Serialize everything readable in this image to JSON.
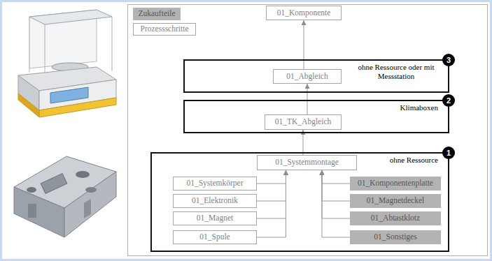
{
  "diagram": {
    "nodes": [
      {
        "text": [
          "01_Komponente"
        ]
      },
      {
        "text": [
          "ohne Ressource oder mit Messstation"
        ]
      },
      {
        "text": [
          "01_Abgleich"
        ],
        "in": 1
      },
      {
        "text": [
          "Klimaboxen"
        ]
      },
      {
        "text": [
          "01_TK_Abgleich"
        ],
        "in": 3
      },
      {
        "text": [
          "ohne Ressource"
        ]
      },
      {
        "text": [
          "01_Systemmontage"
        ],
        "in": 5
      },
      {
        "text": [
          "01_Systemkörper"
        ],
        "in": 5
      },
      {
        "text": [
          "01_Elektronik"
        ],
        "in": 5
      },
      {
        "text": [
          "01_Magnet"
        ],
        "in": 5
      },
      {
        "text": [
          "01_Spule"
        ],
        "in": 5
      },
      {
        "text": [
          "01_Komponentenplatte"
        ],
        "in": 5
      },
      {
        "text": [
          "01_Magnetdeckel"
        ],
        "in": 5
      },
      {
        "text": [
          "01_Abtastklotz"
        ],
        "in": 5
      },
      {
        "text": [
          "01_Sonstiges"
        ],
        "in": 5
      }
    ],
    "edges": [
      {
        "from": 7,
        "to": 6,
        "arrow": "to"
      },
      {
        "from": 8,
        "to": 6,
        "arrow": "to"
      },
      {
        "from": 9,
        "to": 6,
        "arrow": "to"
      },
      {
        "from": 10,
        "to": 6,
        "arrow": "to"
      },
      {
        "from": 11,
        "to": 6,
        "arrow": "to"
      },
      {
        "from": 12,
        "to": 6,
        "arrow": "to"
      },
      {
        "from": 13,
        "to": 6,
        "arrow": "to"
      },
      {
        "from": 14,
        "to": 6,
        "arrow": "to"
      },
      {
        "from": 6,
        "to": 4,
        "arrow": "to"
      },
      {
        "from": 4,
        "to": 2,
        "arrow": "to"
      },
      {
        "from": 2,
        "to": 0,
        "arrow": "to"
      }
    ],
    "labels": [
      "3",
      "2",
      "1"
    ],
    "legend": [
      {
        "text": "Zukaufteile",
        "color": "#b3b3b3"
      },
      {
        "text": "Prozessschritte",
        "color": "#ffffff"
      }
    ]
  }
}
